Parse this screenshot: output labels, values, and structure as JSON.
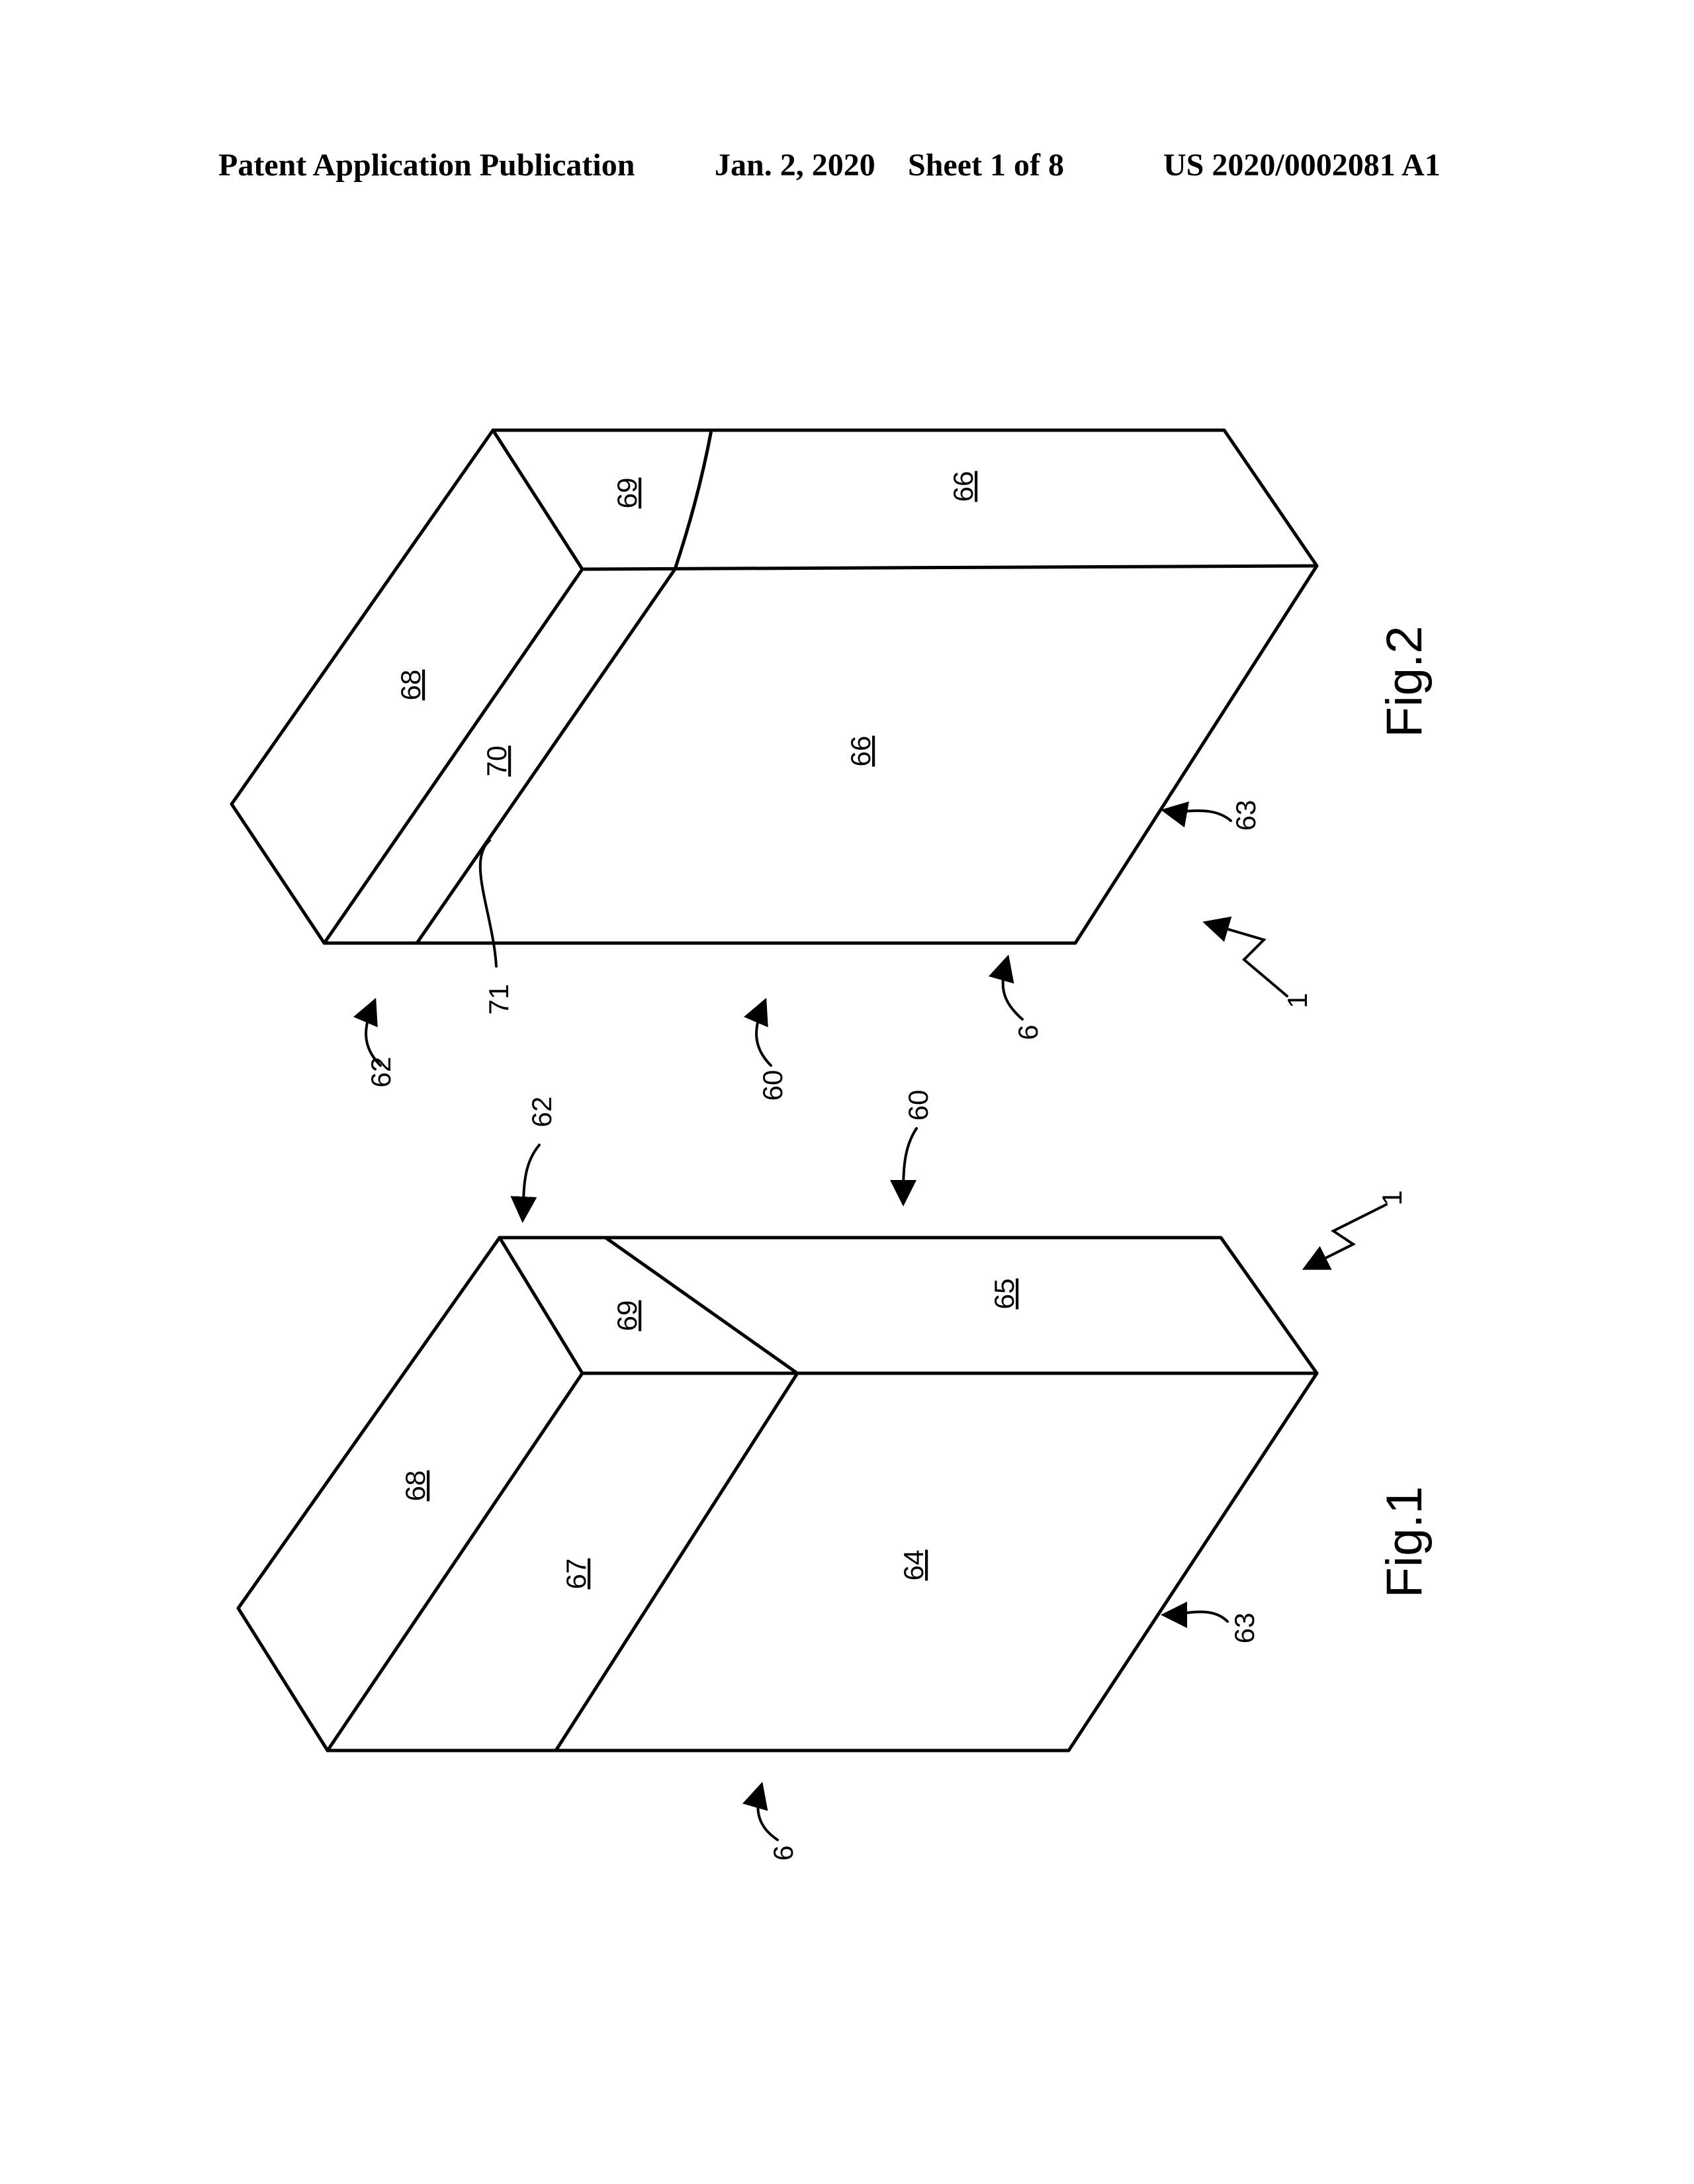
{
  "header": {
    "publication": "Patent Application Publication",
    "date": "Jan. 2, 2020",
    "sheet": "Sheet 1 of 8",
    "number": "US 2020/0002081 A1"
  },
  "fig1": {
    "caption": "Fig.1",
    "faces": {
      "f68": "68",
      "f67": "67",
      "f69": "69",
      "f65": "65",
      "f64": "64"
    },
    "refs": {
      "r62": "62",
      "r60": "60",
      "r1": "1",
      "r63": "63",
      "r6": "6"
    }
  },
  "fig2": {
    "caption": "Fig.2",
    "faces": {
      "f68": "68",
      "f70": "70",
      "f69": "69",
      "f66_side": "66",
      "f66_front": "66"
    },
    "refs": {
      "r62": "62",
      "r71": "71",
      "r60": "60",
      "r6": "6",
      "r1": "1",
      "r63": "63"
    }
  }
}
